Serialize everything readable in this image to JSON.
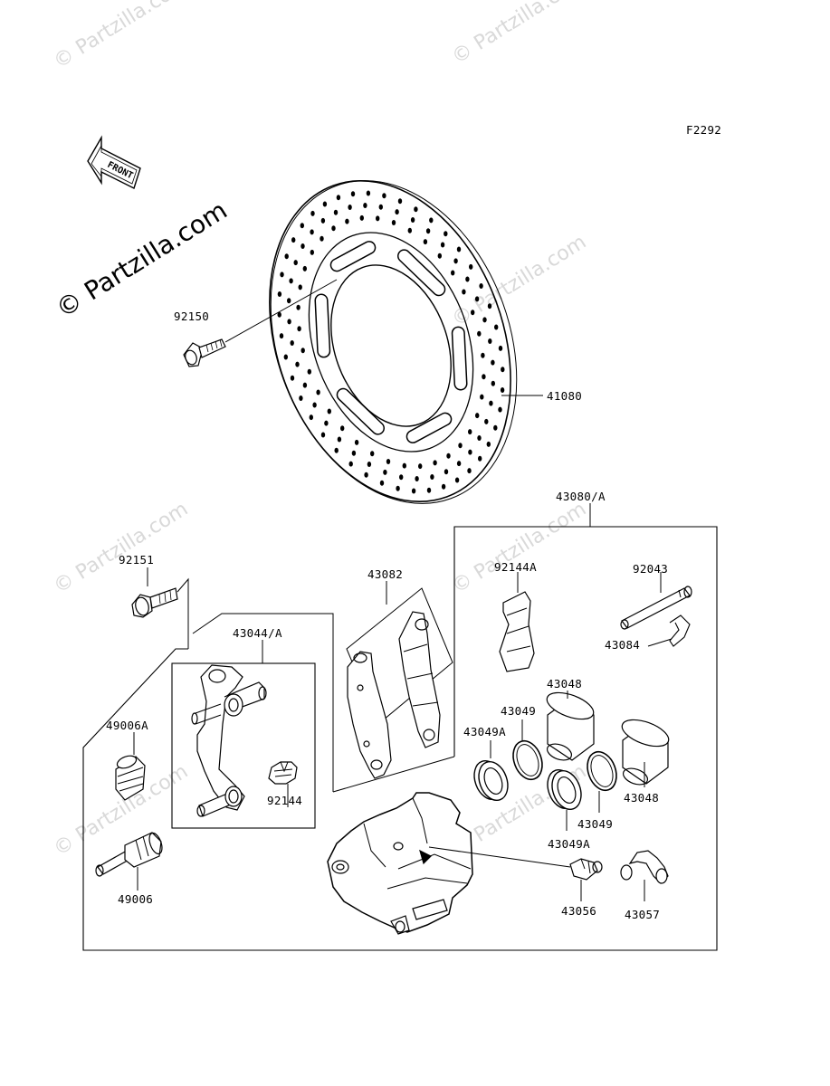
{
  "diagram_code": "F2292",
  "front_label": "FRONT",
  "watermark_main": "© Partzilla.com",
  "watermark_faint": "© Partzilla.com",
  "parts": {
    "p92150": "92150",
    "p41080": "41080",
    "p43080A": "43080/A",
    "p92151": "92151",
    "p43082": "43082",
    "p92144A": "92144A",
    "p92043": "92043",
    "p43084": "43084",
    "p43044A": "43044/A",
    "p43048a": "43048",
    "p43049a": "43049",
    "p43049Aa": "43049A",
    "p49006A": "49006A",
    "p92144": "92144",
    "p43048b": "43048",
    "p43049b": "43049",
    "p43049Ab": "43049A",
    "p49006": "49006",
    "p43056": "43056",
    "p43057": "43057"
  }
}
